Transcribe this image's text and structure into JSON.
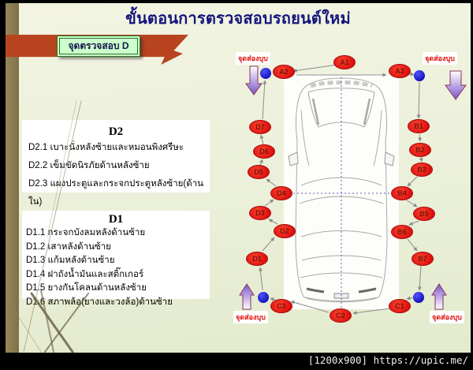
{
  "title": "ขั้นตอนการตรวจสอบรถยนต์ใหม่",
  "badge": {
    "label": "จุดตรวจสอบ D"
  },
  "panel_d2": {
    "title": "D2",
    "items": [
      "D2.1 เบาะนั่งหลังซ้ายและหมอนพิงศรีษะ",
      "D2.2 เข็มขัดนิรภัยด้านหลังซ้าย",
      "D2.3 แผงประตูและกระจกประตูหลังซ้าย(ด้านใน)"
    ]
  },
  "panel_d1": {
    "title": "D1",
    "items": [
      "D1.1 กระจกบังลมหลังด้านซ้าย",
      "D1.2 เสาหลังด้านซ้าย",
      "D1.3 แก้มหลังด้านซ้าย",
      "D1.4 ฝาถังน้ำมันและสติ๊กเกอร์",
      "D1.5 ยางกันโคลนด้านหลังซ้าย",
      "D1.6 สภาพล้อ(ยางและวงล้อ)ด้านซ้าย"
    ]
  },
  "diagram": {
    "spot_label": "จุดส่องบุบ",
    "nodes": [
      "A1",
      "A2",
      "A3",
      "B1",
      "B2",
      "B3",
      "B4",
      "B5",
      "B6",
      "B7",
      "C1",
      "C2",
      "C3",
      "D1",
      "D2",
      "D3",
      "D4",
      "D5",
      "D6",
      "D7"
    ]
  },
  "colors": {
    "banner_red": "#b8431f",
    "node_red": "#dd0f0f",
    "node_text_maroon": "#7a1408",
    "dot_blue": "#1f1fd2",
    "title_navy": "#14147e",
    "badge_green_fill": "#ccffcc",
    "badge_green_border": "#267326",
    "spot_text_red": "#e01010",
    "olive_bar": "#8a7b50"
  },
  "watermark": "[1200x900] https://upic.me/"
}
